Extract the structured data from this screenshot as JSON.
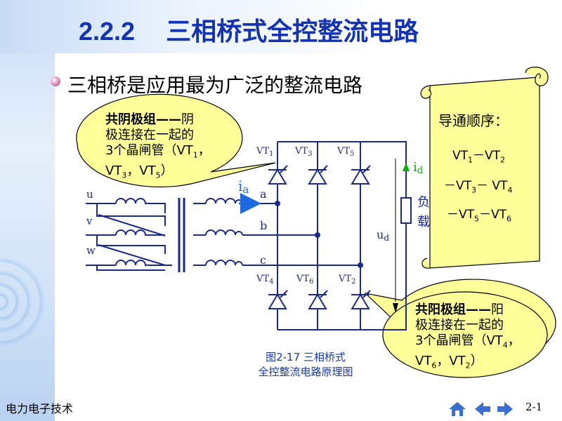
{
  "slide": {
    "title_number": "2.2.2",
    "title_text": "三相桥式全控整流电路",
    "bullet": "三相桥是应用最为广泛的整流电路",
    "footer": "电力电子技术",
    "page": "2-1"
  },
  "bubble_top": {
    "head": "共阴极组——",
    "line1_rest": "阴",
    "line2": "极连接在一起的",
    "line3a": "3个晶闸管（VT",
    "s1": "1",
    "line3b": "，",
    "line4a": "VT",
    "s3": "3",
    "line4b": "，VT",
    "s5": "5",
    "line4c": "）"
  },
  "bubble_bottom": {
    "head": "共阳极组——",
    "line1_rest": "阳",
    "line2": "极连接在一起的",
    "line3a": "3个晶闸管（VT",
    "s4": "4",
    "line3b": "，",
    "line4a": "VT",
    "s6": "6",
    "line4b": "，VT",
    "s2": "2",
    "line4c": "）"
  },
  "scroll": {
    "title": "导通顺序：",
    "row1": [
      "VT",
      "1",
      "－VT",
      "2"
    ],
    "row2": [
      "－VT",
      "3",
      "－ VT",
      "4"
    ],
    "row3": [
      "－VT",
      "5",
      "－VT",
      "6"
    ]
  },
  "circuit": {
    "phase_u": "u",
    "phase_v": "v",
    "phase_w": "w",
    "node_a": "a",
    "node_b": "b",
    "node_c": "c",
    "ia": "i",
    "ia_sub": "a",
    "id": "i",
    "id_sub": "d",
    "ud": "u",
    "ud_sub": "d",
    "load_1": "负",
    "load_2": "载",
    "vt1": "VT",
    "vt1s": "1",
    "vt3": "VT",
    "vt3s": "3",
    "vt5": "VT",
    "vt5s": "5",
    "vt4": "VT",
    "vt4s": "4",
    "vt6": "VT",
    "vt6s": "6",
    "vt2": "VT",
    "vt2s": "2"
  },
  "caption": {
    "line1": "图2-17  三相桥式",
    "line2": "全控整流电路原理图"
  },
  "colors": {
    "title": "#1433b4",
    "circuit": "#1a2a8c",
    "bubble_fill": "#ffff99",
    "scroll_fill": "#ffff99",
    "arrow_blue": "#1e6ae0",
    "arrow_green": "#00b000",
    "nav": "#3a6ed0"
  },
  "icons": [
    "home-icon",
    "back-arrow-icon",
    "forward-arrow-icon"
  ]
}
